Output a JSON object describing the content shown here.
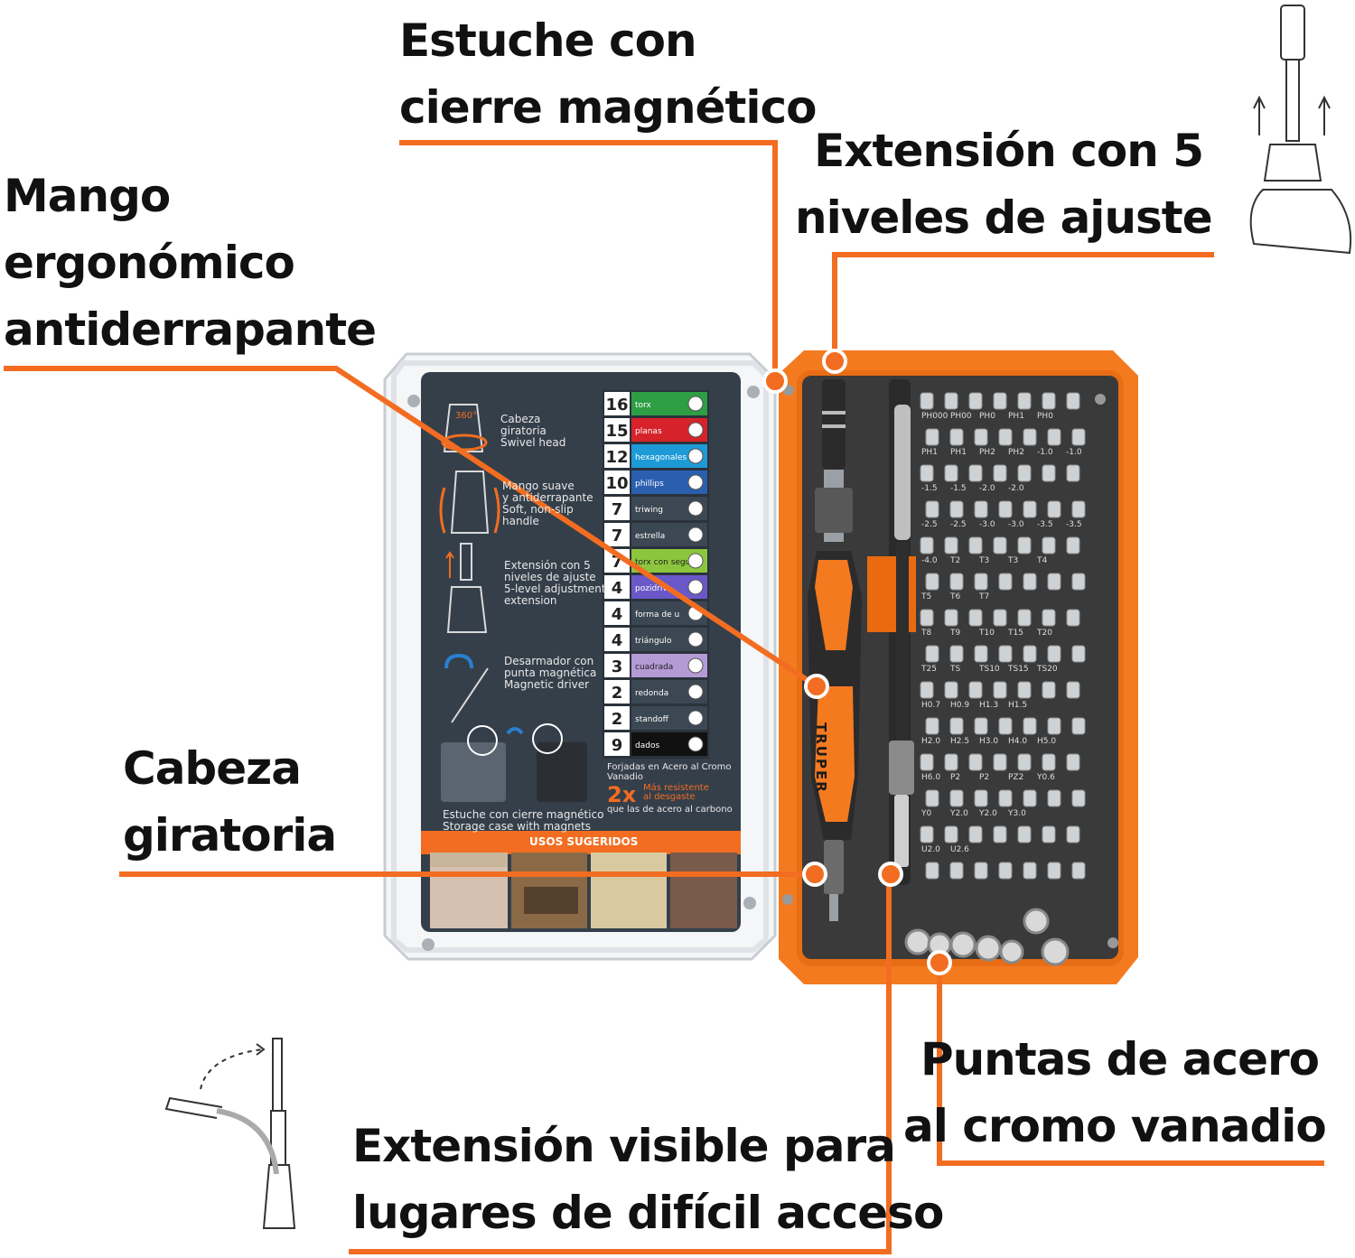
{
  "callouts": {
    "case": [
      "Estuche con",
      "cierre magnético"
    ],
    "extension": [
      "Extensión con 5",
      "niveles de ajuste"
    ],
    "handle": [
      "Mango",
      "ergonómico",
      "antiderrapante"
    ],
    "head": [
      "Cabeza",
      "giratoria"
    ],
    "tips": [
      "Puntas de acero",
      "al cromo vanadio"
    ],
    "flex": [
      "Extensión visible para",
      "lugares de difícil acceso"
    ]
  },
  "lid": {
    "features": [
      {
        "es": [
          "Cabeza",
          "giratoria"
        ],
        "en": [
          "Swivel head"
        ],
        "badge": "360°"
      },
      {
        "es": [
          "Mango suave",
          "y antiderrapante"
        ],
        "en": [
          "Soft, non-slip",
          "handle"
        ]
      },
      {
        "es": [
          "Extensión con 5",
          "niveles de ajuste"
        ],
        "en": [
          "5-level adjustment",
          "extension"
        ]
      },
      {
        "es": [
          "Desarmador con",
          "punta magnética"
        ],
        "en": [
          "Magnetic driver"
        ]
      }
    ],
    "case_es": "Estuche con cierre magnético",
    "case_en": "Storage case with magnets",
    "bit_counts": [
      {
        "count": "16",
        "name": "torx",
        "color": "#2e9e44"
      },
      {
        "count": "15",
        "name": "planas",
        "color": "#d6232b"
      },
      {
        "count": "12",
        "name": "hexagonales",
        "color": "#1e9ad6"
      },
      {
        "count": "10",
        "name": "phillips",
        "color": "#2a5fb0"
      },
      {
        "count": "7",
        "name": "triwing",
        "color": "#3b4752"
      },
      {
        "count": "7",
        "name": "estrella",
        "color": "#3b4752"
      },
      {
        "count": "7",
        "name": "torx con seguro",
        "color": "#8cc63e"
      },
      {
        "count": "4",
        "name": "pozidriv",
        "color": "#6a58c9"
      },
      {
        "count": "4",
        "name": "forma de u",
        "color": "#3b4752"
      },
      {
        "count": "4",
        "name": "triángulo",
        "color": "#3b4752"
      },
      {
        "count": "3",
        "name": "cuadrada",
        "color": "#b59bd6"
      },
      {
        "count": "2",
        "name": "redonda",
        "color": "#3b4752"
      },
      {
        "count": "2",
        "name": "standoff",
        "color": "#3b4752"
      },
      {
        "count": "9",
        "name": "dados",
        "color": "#111111"
      }
    ],
    "forged": [
      "Forjadas en Acero al Cromo",
      "Vanadio"
    ],
    "two_x": "2x",
    "two_x_text": [
      "Más resistente",
      "al desgaste"
    ],
    "carbon": "que las de acero al carbono",
    "uses": "USOS SUGERIDOS"
  },
  "brand": "TRUPER",
  "colors": {
    "accent": "#f26d21",
    "lid_panel": "#343f4b",
    "foam": "#3a3a3a",
    "case_orange": "#f47a20"
  },
  "tray_labels": [
    [
      "PH000",
      "PH00",
      "PH0",
      "PH1",
      "PH0"
    ],
    [
      "PH1",
      "PH1",
      "PH2",
      "PH2",
      "-1.0",
      "-1.0"
    ],
    [
      "-1.5",
      "-1.5",
      "-2.0",
      "-2.0"
    ],
    [
      "-2.5",
      "-2.5",
      "-3.0",
      "-3.0",
      "-3.5",
      "-3.5"
    ],
    [
      "-4.0",
      "T2",
      "T3",
      "T3",
      "T4"
    ],
    [
      "T5",
      "T6",
      "T7"
    ],
    [
      "T8",
      "T9",
      "T10",
      "T15",
      "T20"
    ],
    [
      "T25",
      "TS",
      "TS10",
      "TS15",
      "TS20"
    ],
    [
      "H0.7",
      "H0.9",
      "H1.3",
      "H1.5"
    ],
    [
      "H2.0",
      "H2.5",
      "H3.0",
      "H4.0",
      "H5.0"
    ],
    [
      "H6.0",
      "P2",
      "P2",
      "PZ2",
      "Y0.6"
    ],
    [
      "Y0",
      "Y2.0",
      "Y2.0",
      "Y3.0"
    ],
    [
      "U2.0",
      "U2.6"
    ]
  ]
}
